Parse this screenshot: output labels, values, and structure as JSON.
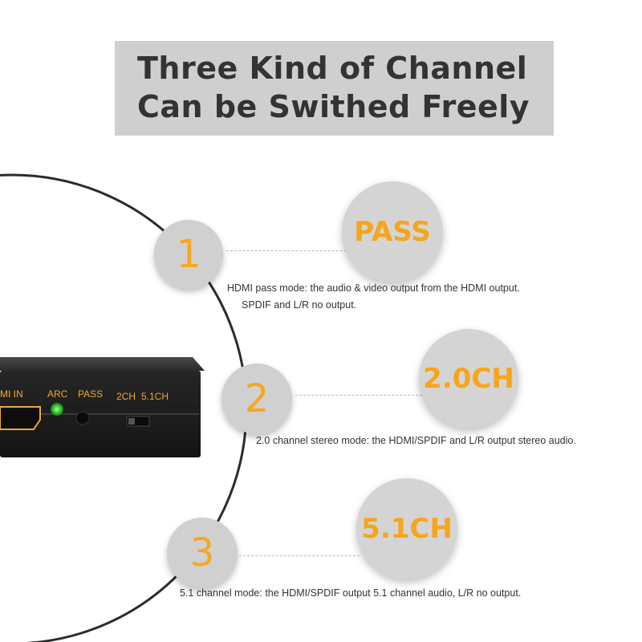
{
  "header": {
    "line1": "Three Kind of Channel",
    "line2": "Can be Swithed Freely"
  },
  "device": {
    "label_hdmi_in": "MI IN",
    "label_arc": "ARC",
    "label_pass": "PASS",
    "label_2ch": "2CH",
    "label_51ch": "5.1CH"
  },
  "modes": [
    {
      "number": "1",
      "name": "PASS",
      "desc_line1": "HDMI pass mode: the audio & video output from the HDMI output.",
      "desc_line2": "SPDIF and L/R no output."
    },
    {
      "number": "2",
      "name": "2.0CH",
      "desc_line1": "2.0 channel stereo mode: the HDMI/SPDIF and L/R output stereo audio."
    },
    {
      "number": "3",
      "name": "5.1CH",
      "desc_line1": "5.1 channel mode: the HDMI/SPDIF output 5.1 channel audio, L/R no output."
    }
  ],
  "colors": {
    "accent": "#f5a623",
    "title_bg": "#cfcfcf",
    "circle": "#d0d0d0",
    "led": "#3fd53a"
  }
}
